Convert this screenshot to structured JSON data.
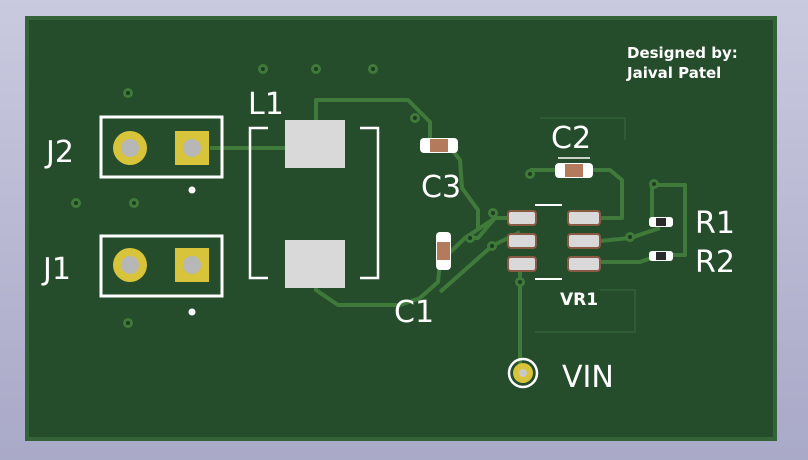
{
  "board": {
    "credit_line_1": "Designed by:",
    "credit_line_2": "Jaival Patel"
  },
  "labels": {
    "j1": "J1",
    "j2": "J2",
    "l1": "L1",
    "c1": "C1",
    "c2": "C2",
    "c3": "C3",
    "r1": "R1",
    "r2": "R2",
    "vr1": "VR1",
    "vin": "VIN"
  },
  "colors": {
    "board": "#264d2b",
    "board_edge": "#2f5a33",
    "trace": "#3f7a3a",
    "silk": "#ffffff",
    "pad_gold": "#d8c43a",
    "pad_silver": "#d9d9d9"
  }
}
